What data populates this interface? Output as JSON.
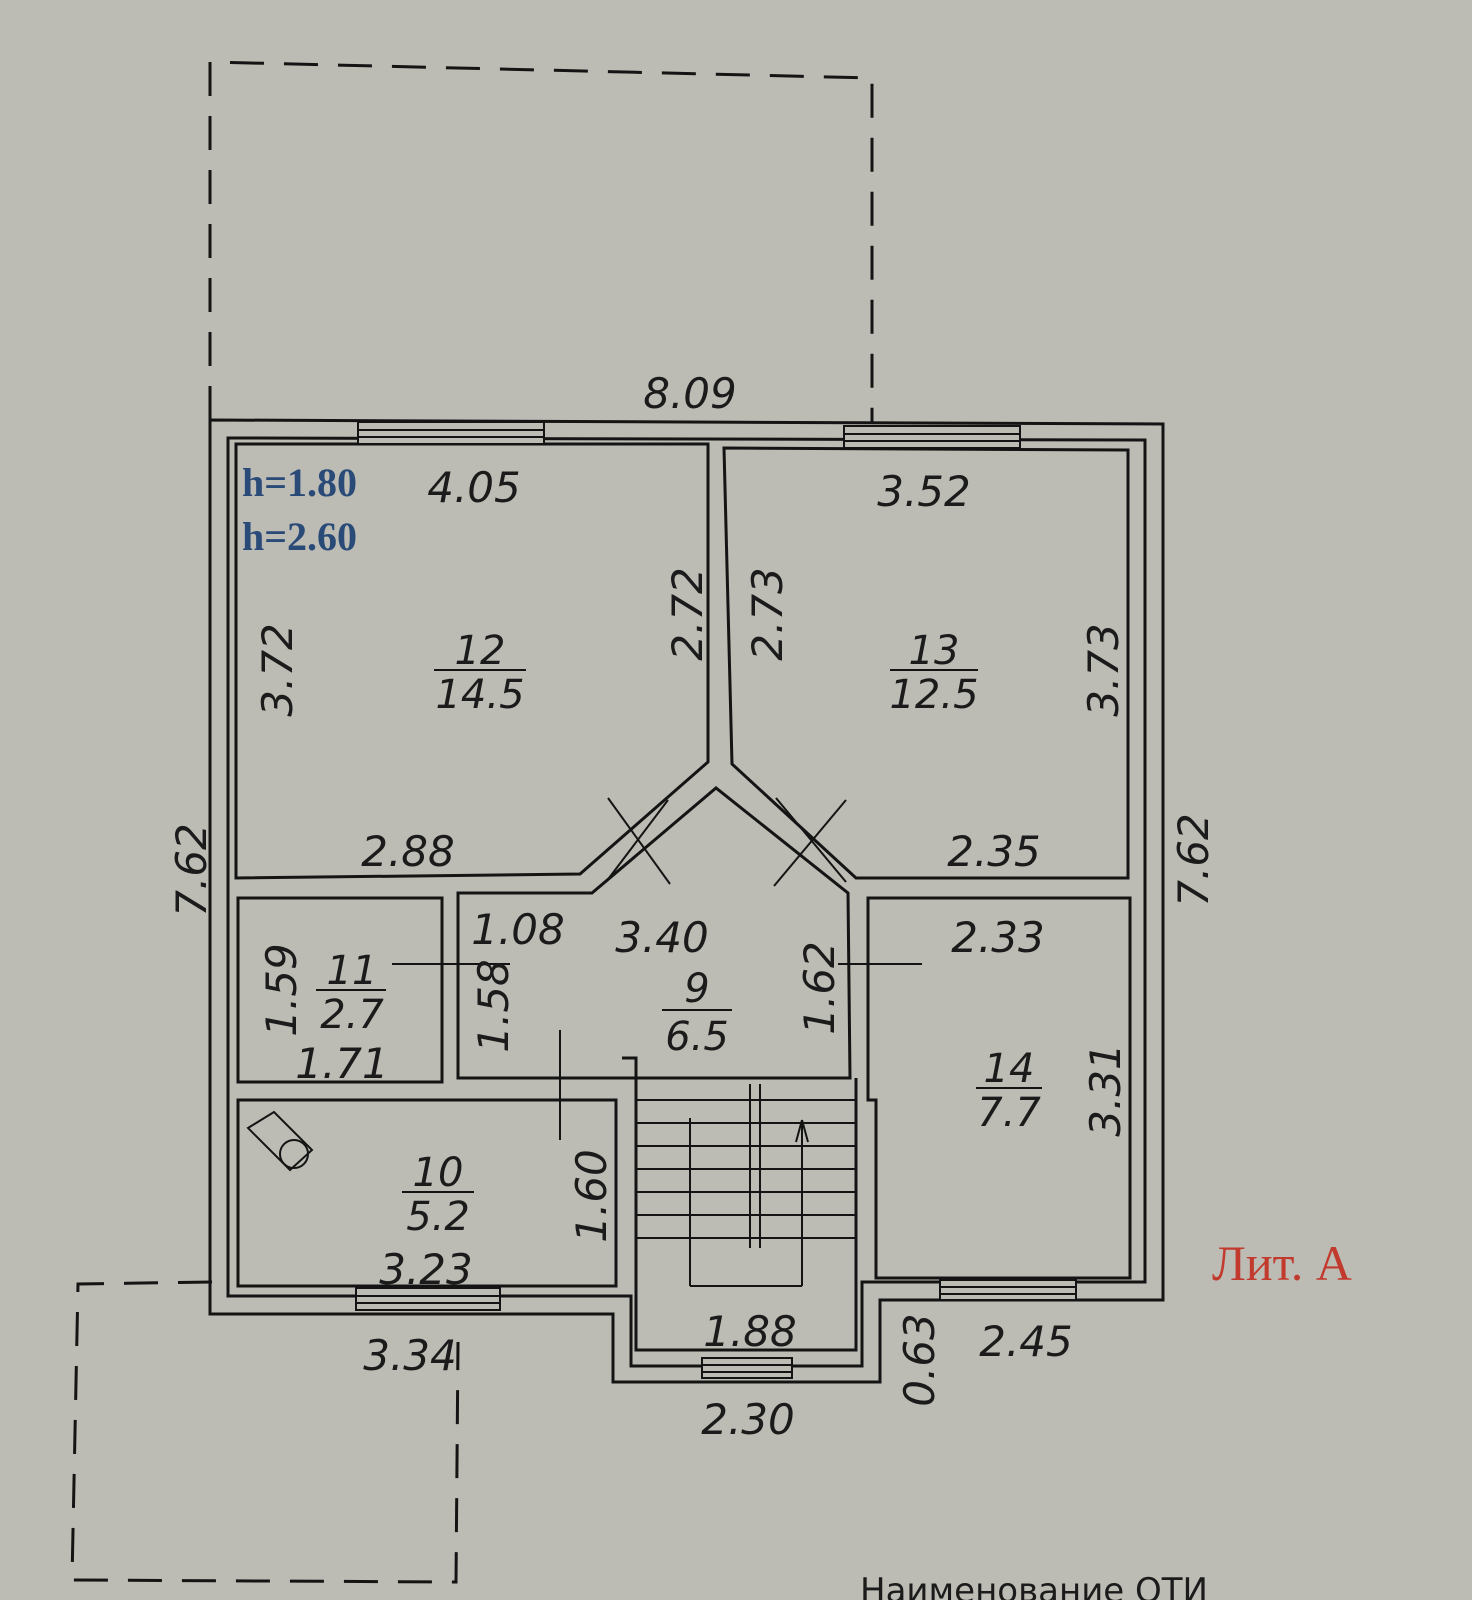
{
  "headers": {
    "h1": "h=1.80",
    "h2": "h=2.60"
  },
  "label_lit": "Лит. А",
  "footer_text": "Наименование ОТИ",
  "rooms": [
    {
      "number": "12",
      "area": "14.5"
    },
    {
      "number": "13",
      "area": "12.5"
    },
    {
      "number": "11",
      "area": "2.7"
    },
    {
      "number": "9",
      "area": "6.5"
    },
    {
      "number": "14",
      "area": "7.7"
    },
    {
      "number": "10",
      "area": "5.2"
    }
  ],
  "dimensions": {
    "total_width": "8.09",
    "left_height": "7.62",
    "right_height": "7.62",
    "r12_top": "4.05",
    "r12_left": "3.72",
    "r12_right": "2.72",
    "r12_bottom": "2.88",
    "r13_top": "3.52",
    "r13_left": "2.73",
    "r13_right": "3.73",
    "r13_bottom": "2.35",
    "r11_height": "1.59",
    "r11_width": "1.71",
    "r9_left_top": "1.08",
    "r9_left": "1.58",
    "r9_top": "3.40",
    "r9_right": "1.62",
    "r14_top": "2.33",
    "r14_right": "3.31",
    "r10_right": "1.60",
    "r10_bottom": "3.23",
    "stair_width": "1.88",
    "bottom_left": "3.34",
    "bottom_center": "2.30",
    "step_height": "0.63",
    "bottom_right": "2.45"
  }
}
